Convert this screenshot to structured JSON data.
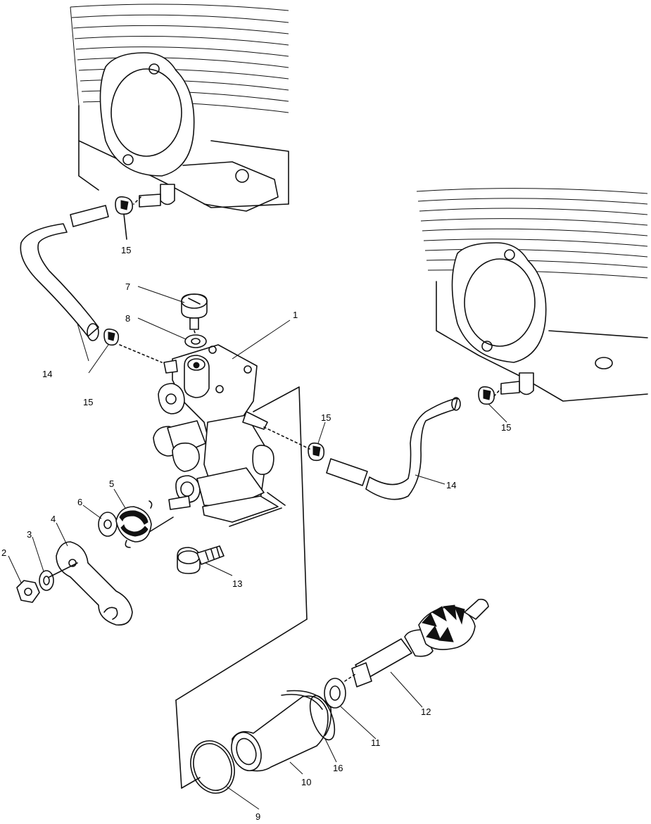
{
  "diagram": {
    "callouts": [
      {
        "id": "c1",
        "label": "1"
      },
      {
        "id": "c2",
        "label": "2"
      },
      {
        "id": "c3",
        "label": "3"
      },
      {
        "id": "c4",
        "label": "4"
      },
      {
        "id": "c5",
        "label": "5"
      },
      {
        "id": "c6",
        "label": "6"
      },
      {
        "id": "c7",
        "label": "7"
      },
      {
        "id": "c8",
        "label": "8"
      },
      {
        "id": "c9",
        "label": "9"
      },
      {
        "id": "c10",
        "label": "10"
      },
      {
        "id": "c11",
        "label": "11"
      },
      {
        "id": "c12",
        "label": "12"
      },
      {
        "id": "c13",
        "label": "13"
      },
      {
        "id": "c14a",
        "label": "14"
      },
      {
        "id": "c14b",
        "label": "14"
      },
      {
        "id": "c15a",
        "label": "15"
      },
      {
        "id": "c15b",
        "label": "15"
      },
      {
        "id": "c15c",
        "label": "15"
      },
      {
        "id": "c15d",
        "label": "15"
      },
      {
        "id": "c16",
        "label": "16"
      }
    ]
  }
}
